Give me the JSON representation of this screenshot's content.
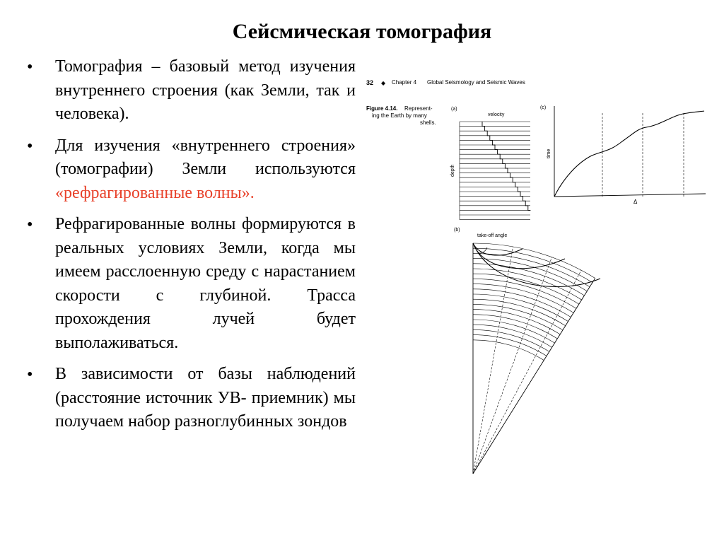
{
  "title": "Сейсмическая томография",
  "bullets": [
    {
      "parts": [
        {
          "text": "Томография – базовый метод изучения внутреннего строения (как Земли, так и человека).",
          "highlight": false
        }
      ]
    },
    {
      "parts": [
        {
          "text": "Для изучения «внутреннего строения» (томографии) Земли используются ",
          "highlight": false
        },
        {
          "text": "«рефрагированные волны».",
          "highlight": true
        }
      ]
    },
    {
      "parts": [
        {
          "text": "Рефрагированные волны формируются в реальных условиях Земли, когда  мы имеем расслоенную среду с нарастанием скорости с глубиной. Трасса прохождения лучей будет выполаживаться.",
          "highlight": false
        }
      ]
    },
    {
      "parts": [
        {
          "text": "В зависимости от базы наблюдений (расстояние источник УВ- приемник) мы получаем набор разноглубинных зондов",
          "highlight": false
        }
      ]
    }
  ],
  "bullet_symbol": "•",
  "figure": {
    "page_number": "32",
    "separator": "◆",
    "chapter": "Chapter 4",
    "chapter_title": "Global Seismology and Seismic Waves",
    "caption_label": "Figure 4.14.",
    "caption_text": "Represent-ing the Earth by many shells.",
    "caption_lines": [
      "Represent-",
      "ing the Earth by many",
      "shells."
    ],
    "panel_a": {
      "label": "(a)",
      "top_label": "velocity",
      "side_label": "depth"
    },
    "panel_b": {
      "label": "(b)",
      "annotation": "take-off angle"
    },
    "panel_c": {
      "label": "(c)",
      "y_label": "time",
      "x_label": "Δ"
    },
    "highlight_color": "#e8412a"
  }
}
